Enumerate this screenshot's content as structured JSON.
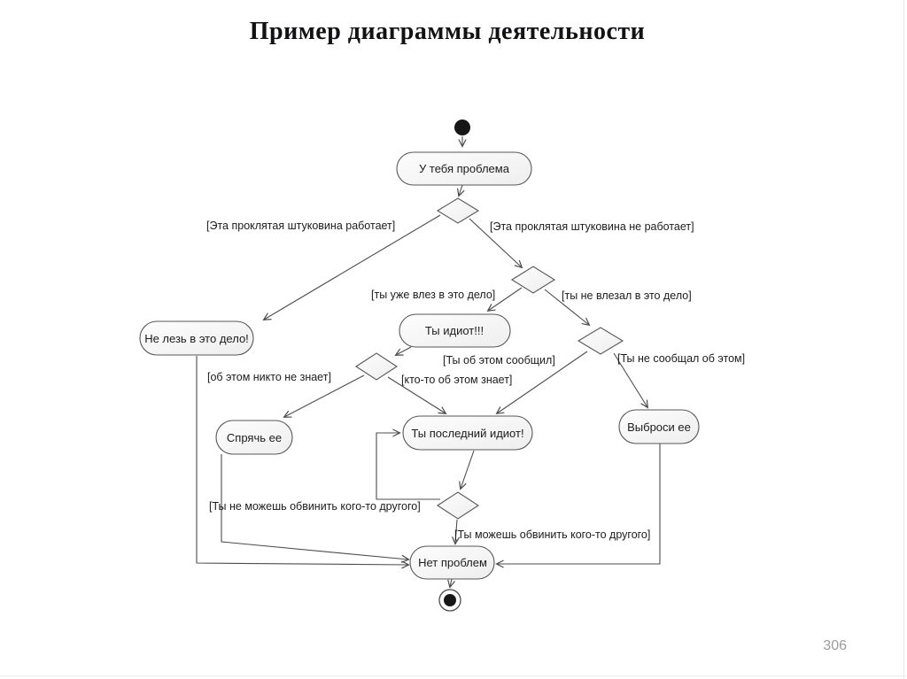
{
  "slide": {
    "title": "Пример диаграммы деятельности",
    "page_number": "306"
  },
  "diagram": {
    "type": "uml-activity-diagram",
    "nodes": {
      "initial": {
        "type": "initial-node"
      },
      "problem": {
        "type": "action",
        "label": "У тебя проблема"
      },
      "dont_meddle": {
        "type": "action",
        "label": "Не лезь в это дело!"
      },
      "idiot": {
        "type": "action",
        "label": "Ты идиот!!!"
      },
      "hide_it": {
        "type": "action",
        "label": "Спрячь ее"
      },
      "last_idiot": {
        "type": "action",
        "label": "Ты последний идиот!"
      },
      "throw_away": {
        "type": "action",
        "label": "Выброси ее"
      },
      "no_problem": {
        "type": "action",
        "label": "Нет проблем"
      },
      "final": {
        "type": "final-node"
      }
    },
    "guards": {
      "works": "[Эта проклятая штуковина работает]",
      "not_works": "[Эта проклятая штуковина не работает]",
      "already_involved": "[ты уже влез в это дело]",
      "not_involved": "[ты не влезал в это дело]",
      "reported": "[Ты об этом сообщил]",
      "not_reported": "[Ты не сообщал об этом]",
      "nobody_knows": "[об этом никто не знает]",
      "somebody_knows": "[кто-то об этом знает]",
      "cannot_blame": "[Ты не можешь обвинить кого-то другого]",
      "can_blame": "[Ты можешь обвинить кого-то другого]"
    },
    "colors": {
      "stroke": "#4c4c4c",
      "node_fill": "#f4f4f4",
      "text": "#1c1c1c",
      "page_number": "#9b9b9b"
    }
  }
}
